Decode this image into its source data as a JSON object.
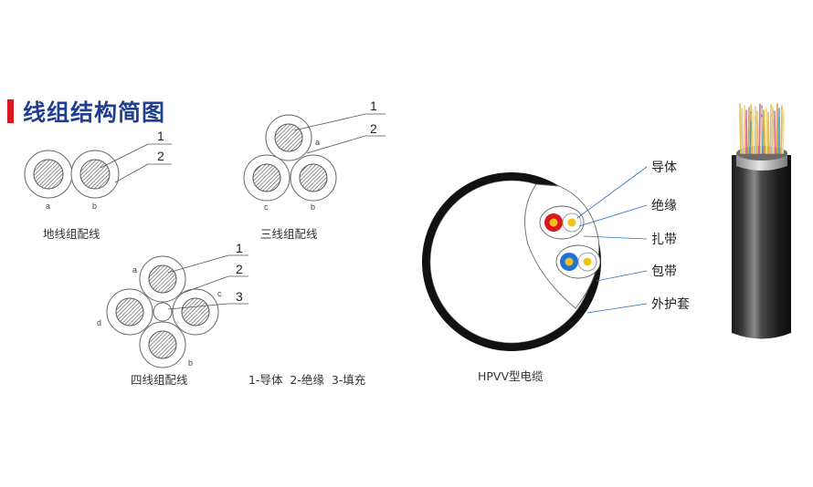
{
  "title": "线组结构简图",
  "colors": {
    "accent": "#d7181f",
    "title": "#1f3f8e",
    "leader": "#2a6fc4"
  },
  "ground_pair": {
    "caption": "地线组配线",
    "labels": [
      "1",
      "2"
    ],
    "subs": [
      "a",
      "b"
    ]
  },
  "triple": {
    "caption": "三线组配线",
    "labels": [
      "1",
      "2"
    ],
    "subs": [
      "a",
      "c",
      "b"
    ]
  },
  "quad": {
    "caption": "四线组配线",
    "labels": [
      "1",
      "2",
      "3"
    ],
    "subs": [
      "a",
      "c",
      "d",
      "b"
    ]
  },
  "legend": "1-导体  2-绝缘  3-填充",
  "hpvv": {
    "caption": "HPVV型电缆",
    "labels": [
      "导体",
      "绝缘",
      "扎带",
      "包带",
      "外护套"
    ]
  }
}
